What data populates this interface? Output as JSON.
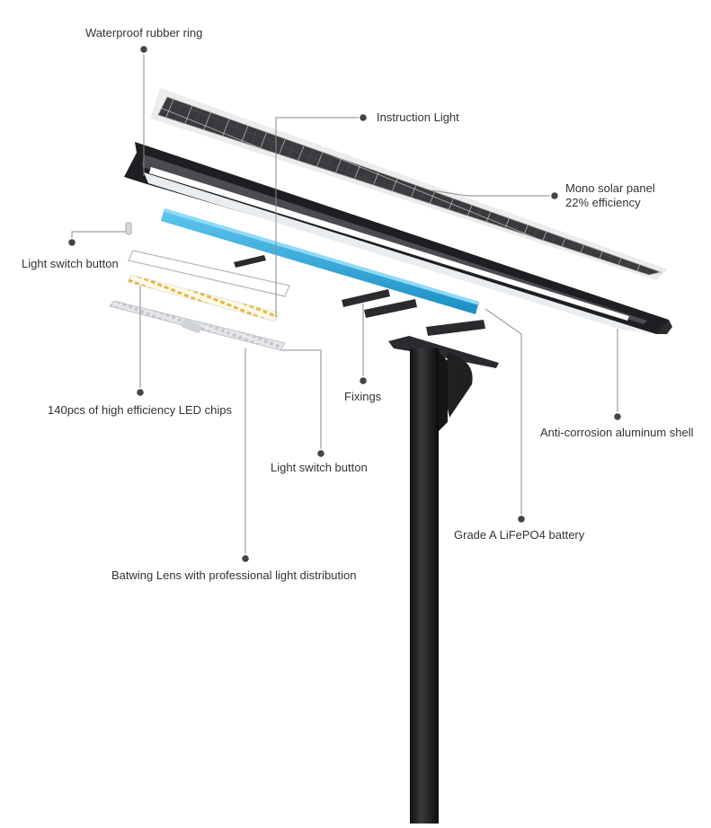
{
  "labels": {
    "waterproof_ring": "Waterproof rubber ring",
    "instruction_light": "Instruction Light",
    "solar_panel_line1": "Mono solar panel",
    "solar_panel_line2": "22% efficiency",
    "light_switch_top": "Light switch button",
    "led_chips": "140pcs of high efficiency LED chips",
    "fixings": "Fixings",
    "aluminum_shell": "Anti-corrosion aluminum shell",
    "light_switch_bottom": "Light switch button",
    "battery": "Grade A LiFePO4 battery",
    "lens": "Batwing Lens with professional light distribution"
  },
  "colors": {
    "callout_line": "#8a8a8a",
    "callout_dot": "#444444",
    "solar_cell": "#3a3a3e",
    "housing": "#1e1f22",
    "battery": "#29a6db",
    "led_chip": "#e0b84a",
    "pole": "#1d1d1f"
  }
}
